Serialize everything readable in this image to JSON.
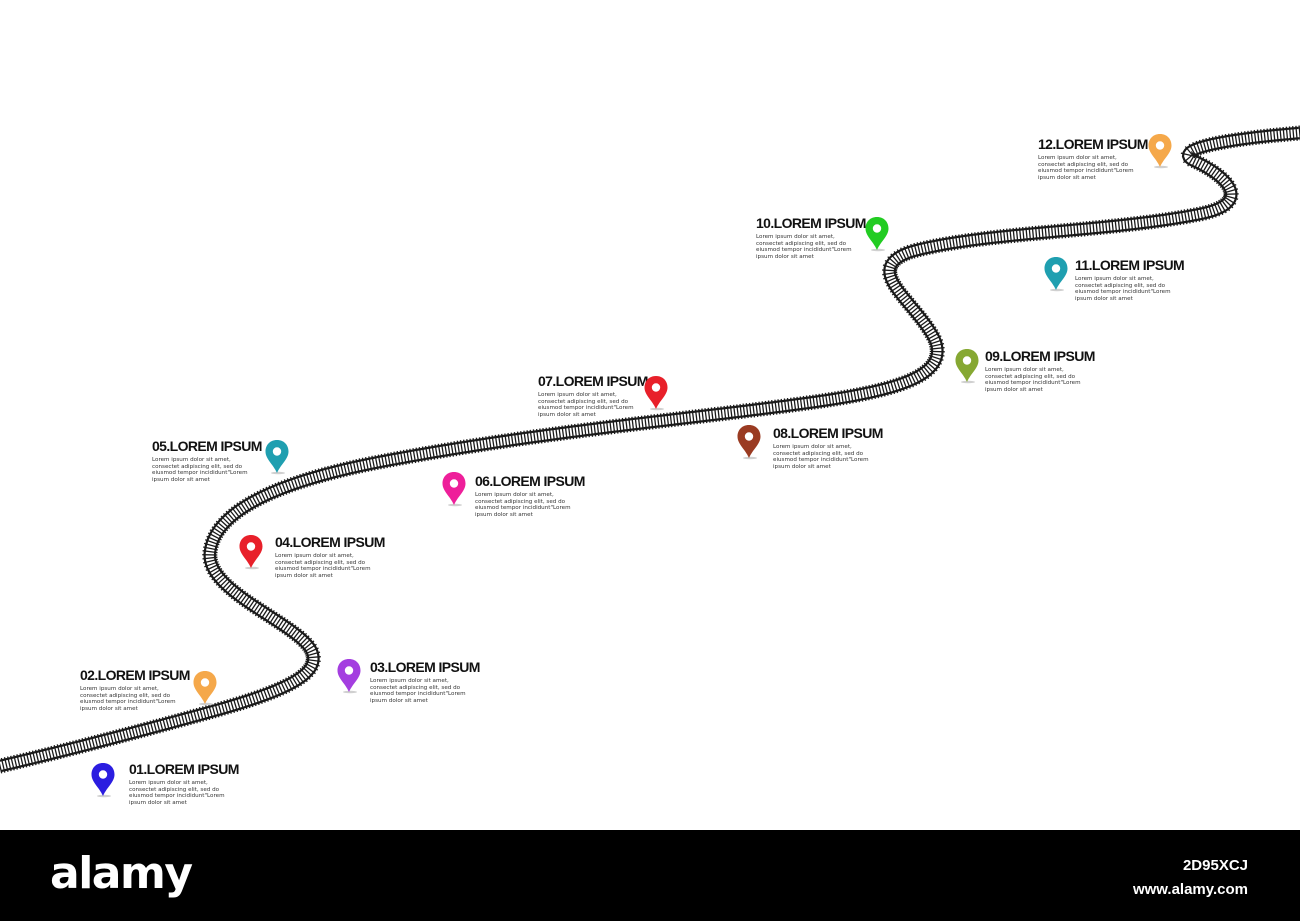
{
  "colors": {
    "rail": "#1a1a1a",
    "tie": "#1a1a1a",
    "background": "#ffffff",
    "footer": "#000000"
  },
  "milestones": [
    {
      "title": "01.LOREM IPSUM",
      "text": "Lorem ipsum dolor sit amet, consectet adipiscing elit, sed do eiusmod tempor incididunt\"Lorem ipsum dolor sit amet",
      "pin_color": "#2b1de0",
      "icon": "map-pin-icon"
    },
    {
      "title": "02.LOREM IPSUM",
      "text": "Lorem ipsum dolor sit amet, consectet adipiscing elit, sed do eiusmod tempor incididunt\"Lorem ipsum dolor sit amet",
      "pin_color": "#f5a84a",
      "icon": "map-pin-icon"
    },
    {
      "title": "03.LOREM IPSUM",
      "text": "Lorem ipsum dolor sit amet, consectet adipiscing elit, sed do eiusmod tempor incididunt\"Lorem ipsum dolor sit amet",
      "pin_color": "#a43ee0",
      "icon": "map-pin-icon"
    },
    {
      "title": "04.LOREM IPSUM",
      "text": "Lorem ipsum dolor sit amet, consectet adipiscing elit, sed do eiusmod tempor incididunt\"Lorem ipsum dolor sit amet",
      "pin_color": "#e8202a",
      "icon": "map-pin-icon"
    },
    {
      "title": "05.LOREM IPSUM",
      "text": "Lorem ipsum dolor sit amet, consectet adipiscing elit, sed do eiusmod tempor incididunt\"Lorem ipsum dolor sit amet",
      "pin_color": "#1f9fb0",
      "icon": "map-pin-icon"
    },
    {
      "title": "06.LOREM IPSUM",
      "text": "Lorem ipsum dolor sit amet, consectet adipiscing elit, sed do eiusmod tempor incididunt\"Lorem ipsum dolor sit amet",
      "pin_color": "#ee1f9a",
      "icon": "map-pin-icon"
    },
    {
      "title": "07.LOREM IPSUM",
      "text": "Lorem ipsum dolor sit amet, consectet adipiscing elit, sed do eiusmod tempor incididunt\"Lorem ipsum dolor sit amet",
      "pin_color": "#e8202a",
      "icon": "map-pin-icon"
    },
    {
      "title": "08.LOREM IPSUM",
      "text": "Lorem ipsum dolor sit amet, consectet adipiscing elit, sed do eiusmod tempor incididunt\"Lorem ipsum dolor sit amet",
      "pin_color": "#9a3b22",
      "icon": "map-pin-icon"
    },
    {
      "title": "09.LOREM IPSUM",
      "text": "Lorem ipsum dolor sit amet, consectet adipiscing elit, sed do eiusmod tempor incididunt\"Lorem ipsum dolor sit amet",
      "pin_color": "#86a832",
      "icon": "map-pin-icon"
    },
    {
      "title": "10.LOREM IPSUM",
      "text": "Lorem ipsum dolor sit amet, consectet adipiscing elit, sed do eiusmod tempor incididunt\"Lorem ipsum dolor sit amet",
      "pin_color": "#22cc22",
      "icon": "map-pin-icon"
    },
    {
      "title": "11.LOREM IPSUM",
      "text": "Lorem ipsum dolor sit amet, consectet adipiscing elit, sed do eiusmod tempor incididunt\"Lorem ipsum dolor sit amet",
      "pin_color": "#1f9fb0",
      "icon": "map-pin-icon"
    },
    {
      "title": "12.LOREM IPSUM",
      "text": "Lorem ipsum dolor sit amet, consectet adipiscing elit, sed do eiusmod tempor incididunt\"Lorem ipsum dolor sit amet",
      "pin_color": "#f5a84a",
      "icon": "map-pin-icon"
    }
  ],
  "footer": {
    "brand": "alamy",
    "image_id": "2D95XCJ",
    "url": "www.alamy.com"
  }
}
